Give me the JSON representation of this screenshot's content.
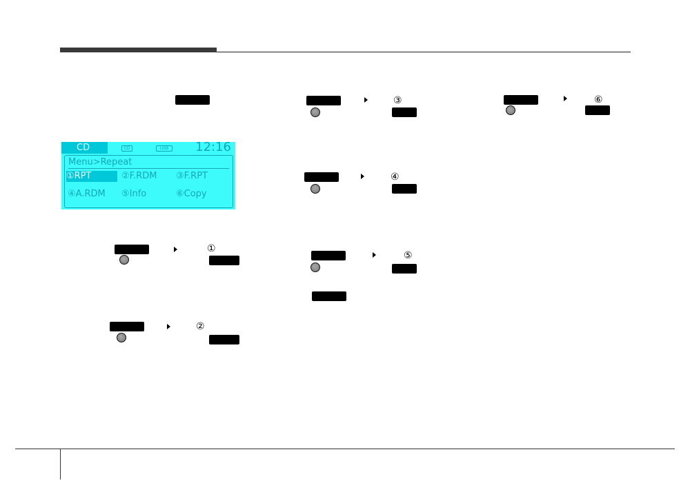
{
  "display": {
    "source": "CD",
    "icon_cd": "CD",
    "icon_usb": "USB",
    "time": "12:16",
    "menu_path": "Menu>Repeat",
    "options": [
      "①RPT",
      "②F.RDM",
      "③F.RPT",
      "④A.RDM",
      "⑤Info",
      "⑥Copy"
    ],
    "selected_index": 0
  },
  "steps": [
    "①",
    "②",
    "③",
    "④",
    "⑤",
    "⑥"
  ],
  "colors": {
    "lcd_bg": "#3dfbfb",
    "lcd_text": "#13a7b8",
    "lcd_highlight": "#00c8d8",
    "button": "#000000"
  },
  "icons": [
    "knob-icon",
    "arrow-right-icon"
  ]
}
